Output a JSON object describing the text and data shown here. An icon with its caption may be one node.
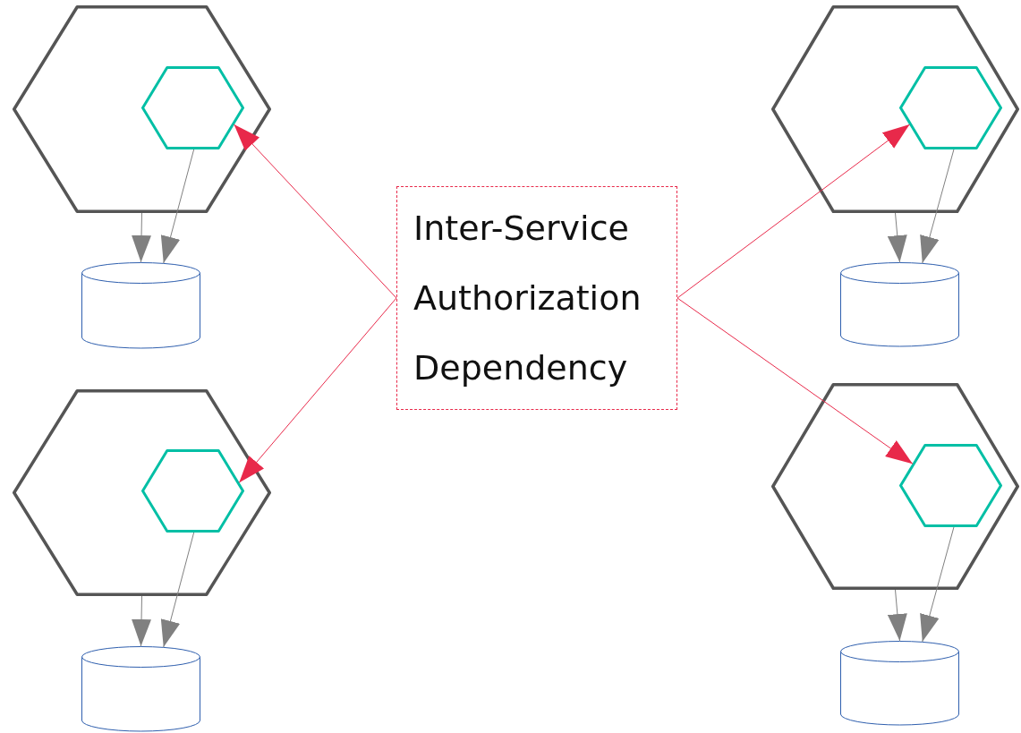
{
  "diagram": {
    "nodes": [
      {
        "text": [],
        "shape": "hexagon"
      },
      {
        "text": [],
        "shape": "hexagon",
        "in": 0
      },
      {
        "text": [],
        "shape": "cylinder"
      },
      {
        "text": [],
        "shape": "hexagon"
      },
      {
        "text": [],
        "shape": "hexagon",
        "in": 3
      },
      {
        "text": [],
        "shape": "cylinder"
      },
      {
        "text": [
          "Inter-Service Authorization Dependency"
        ]
      },
      {
        "text": [],
        "shape": "hexagon"
      },
      {
        "text": [],
        "shape": "hexagon",
        "in": 7
      },
      {
        "text": [],
        "shape": "cylinder"
      },
      {
        "text": [],
        "shape": "hexagon"
      },
      {
        "text": [],
        "shape": "hexagon",
        "in": 10
      },
      {
        "text": [],
        "shape": "cylinder"
      }
    ],
    "edges": [
      {
        "from": 0,
        "to": 2,
        "arrow": "to"
      },
      {
        "from": 1,
        "to": 2,
        "arrow": "to"
      },
      {
        "from": 3,
        "to": 5,
        "arrow": "to"
      },
      {
        "from": 4,
        "to": 5,
        "arrow": "to"
      },
      {
        "from": 6,
        "to": 1,
        "arrow": "to",
        "color": "#e8294a"
      },
      {
        "from": 6,
        "to": 4,
        "arrow": "to",
        "color": "#e8294a"
      },
      {
        "from": 6,
        "to": 8,
        "arrow": "to",
        "color": "#e8294a"
      },
      {
        "from": 6,
        "to": 11,
        "arrow": "to",
        "color": "#e8294a"
      },
      {
        "from": 7,
        "to": 9,
        "arrow": "to"
      },
      {
        "from": 8,
        "to": 9,
        "arrow": "to"
      },
      {
        "from": 10,
        "to": 12,
        "arrow": "to"
      },
      {
        "from": 11,
        "to": 12,
        "arrow": "to"
      }
    ]
  }
}
